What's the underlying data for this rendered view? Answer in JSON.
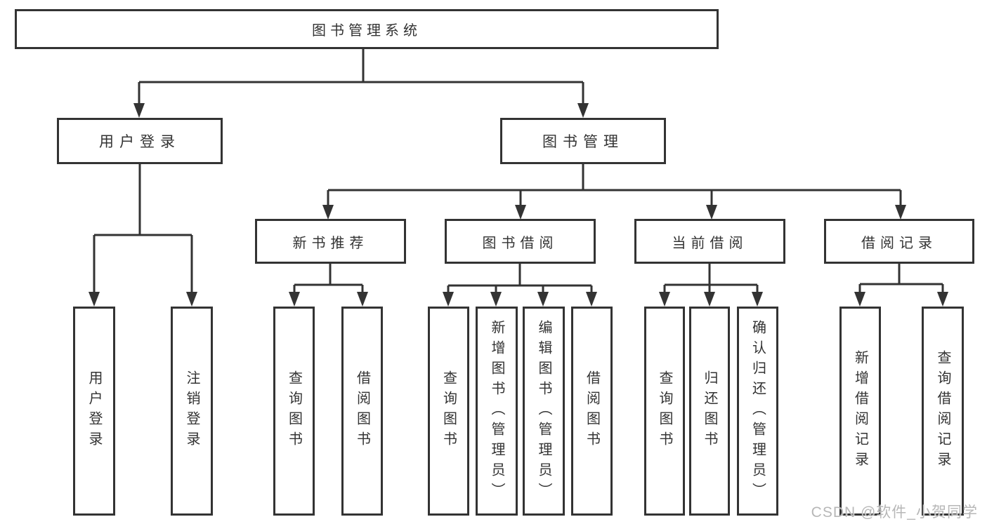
{
  "colors": {
    "line": "#333333",
    "box_border": "#333333",
    "text": "#333333",
    "background": "#ffffff",
    "watermark": "#b7b7b7"
  },
  "diagram": {
    "root": {
      "label": "图书管理系统"
    },
    "branches": [
      {
        "label": "用户登录"
      },
      {
        "label": "图书管理"
      }
    ],
    "modules": [
      {
        "label": "新书推荐"
      },
      {
        "label": "图书借阅"
      },
      {
        "label": "当前借阅"
      },
      {
        "label": "借阅记录"
      }
    ],
    "leaves": [
      {
        "label": "用户登录"
      },
      {
        "label": "注销登录"
      },
      {
        "label": "查询图书"
      },
      {
        "label": "借阅图书"
      },
      {
        "label": "查询图书"
      },
      {
        "label": "新增图书（管理员）"
      },
      {
        "label": "编辑图书（管理员）"
      },
      {
        "label": "借阅图书"
      },
      {
        "label": "查询图书"
      },
      {
        "label": "归还图书"
      },
      {
        "label": "确认归还（管理员）"
      },
      {
        "label": "新增借阅记录"
      },
      {
        "label": "查询借阅记录"
      }
    ]
  },
  "watermark": {
    "text": "CSDN @软件_小贺同学"
  }
}
